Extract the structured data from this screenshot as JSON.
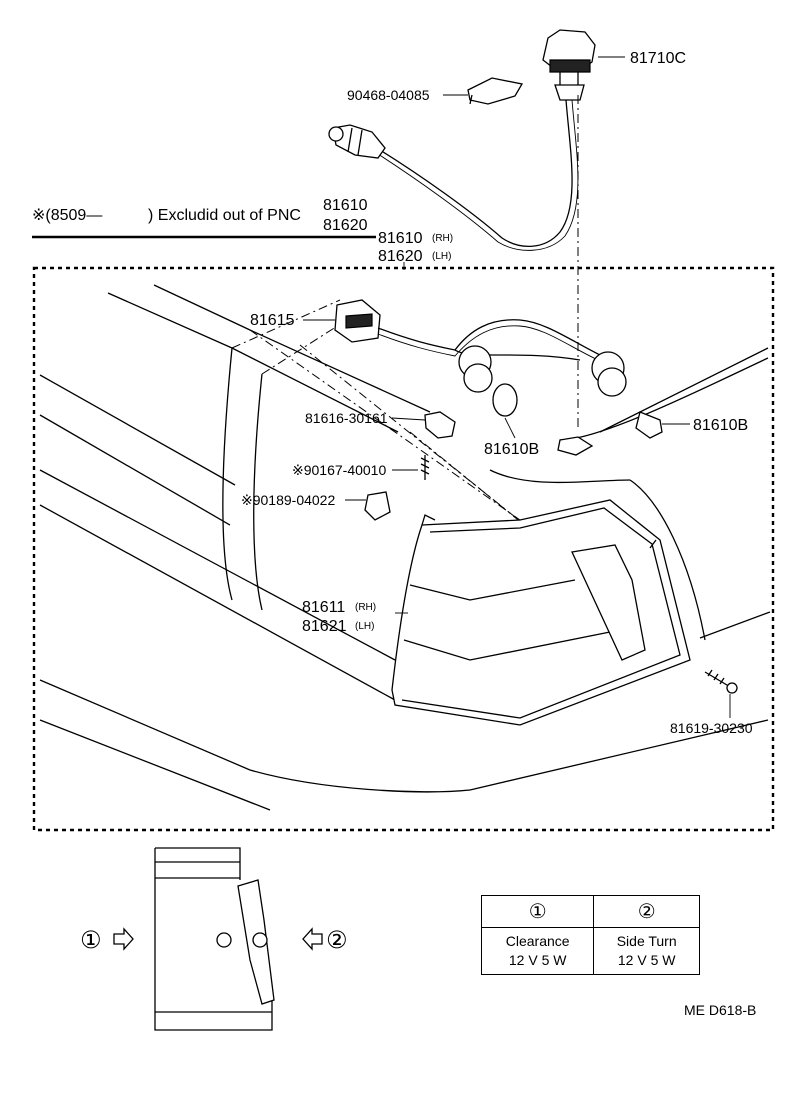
{
  "parts": {
    "p81710c": "81710C",
    "p90468": "90468-04085",
    "p81610_top": "81610",
    "p81620_top": "81620",
    "p81610": "81610",
    "p81620": "81620",
    "rh": "(RH)",
    "lh": "(LH)",
    "p81615": "81615",
    "p81616": "81616-30161",
    "p81610b_left": "81610B",
    "p81610b_right": "81610B",
    "p90167": "※90167-40010",
    "p90189": "※90189-04022",
    "p81611": "81611",
    "p81621": "81621",
    "p81619": "81619-30230"
  },
  "note": {
    "prefix": "※(8509—",
    "text": ") Excludid out of PNC"
  },
  "view_markers": {
    "left": "①",
    "right": "②"
  },
  "table": {
    "col1_header": "①",
    "col2_header": "②",
    "col1_name": "Clearance",
    "col1_spec": "12 V  5 W",
    "col2_name": "Side Turn",
    "col2_spec": "12 V  5 W"
  },
  "diagram_code": "ME  D618-B"
}
